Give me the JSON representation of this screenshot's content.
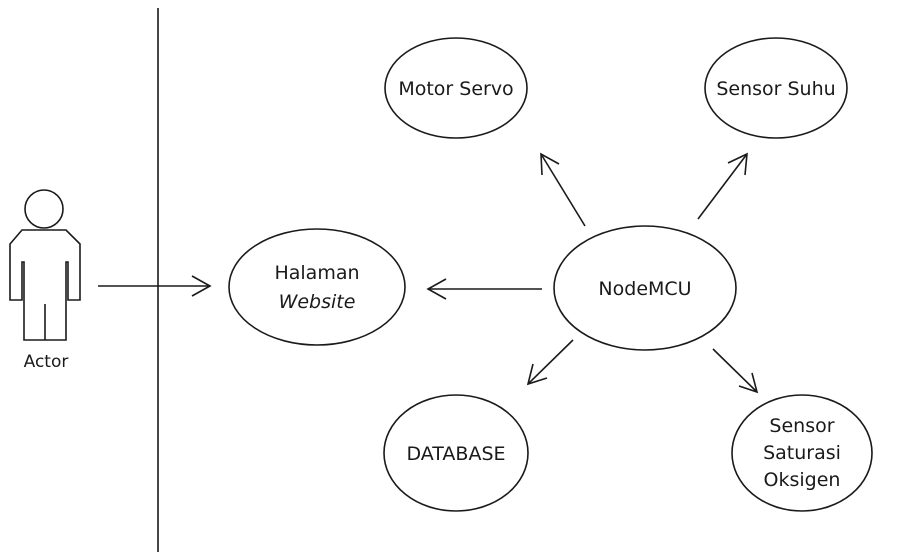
{
  "actor": {
    "label": "Actor"
  },
  "nodes": {
    "motor_servo": "Motor Servo",
    "sensor_suhu": "Sensor Suhu",
    "halaman_line1": "Halaman",
    "halaman_line2": "Website",
    "nodemcu": "NodeMCU",
    "database": "DATABASE",
    "saturasi_line1": "Sensor",
    "saturasi_line2": "Saturasi",
    "saturasi_line3": "Oksigen"
  },
  "colors": {
    "stroke": "#1a1a1a",
    "background": "#ffffff"
  }
}
